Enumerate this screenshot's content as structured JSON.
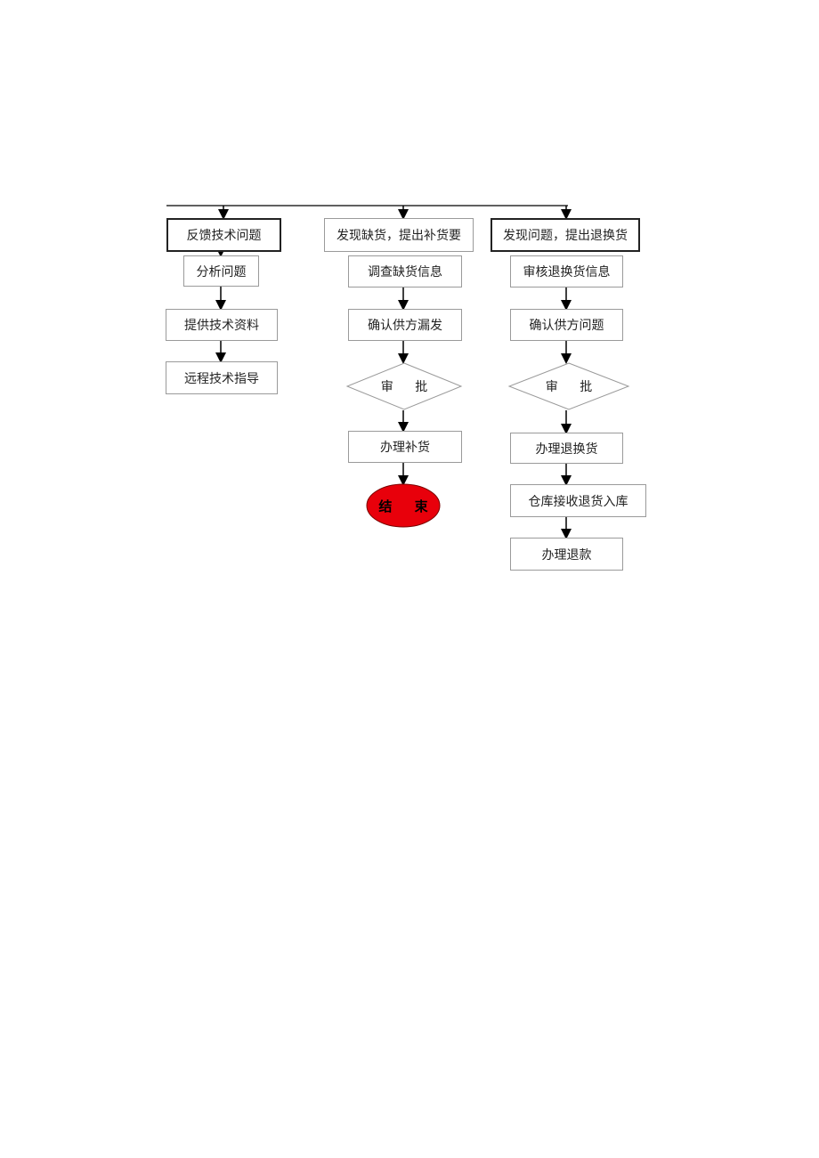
{
  "columns": [
    {
      "id": "tech",
      "steps": [
        "反馈技术问题",
        "分析问题",
        "提供技术资料",
        "远程技术指导"
      ]
    },
    {
      "id": "shortage",
      "steps": [
        "发现缺货，提出补货要",
        "调查缺货信息",
        "确认供方漏发"
      ],
      "decision": "审 批",
      "after_decision": [
        "办理补货"
      ],
      "end": "结 束"
    },
    {
      "id": "return",
      "steps": [
        "发现问题，提出退换货",
        "审核退换货信息",
        "确认供方问题"
      ],
      "decision": "审 批",
      "after_decision": [
        "办理退换货",
        "仓库接收退货入库",
        "办理退款"
      ]
    }
  ],
  "colors": {
    "end_fill": "#e8000b",
    "line": "#000000",
    "box_border": "#9a9a9a"
  }
}
